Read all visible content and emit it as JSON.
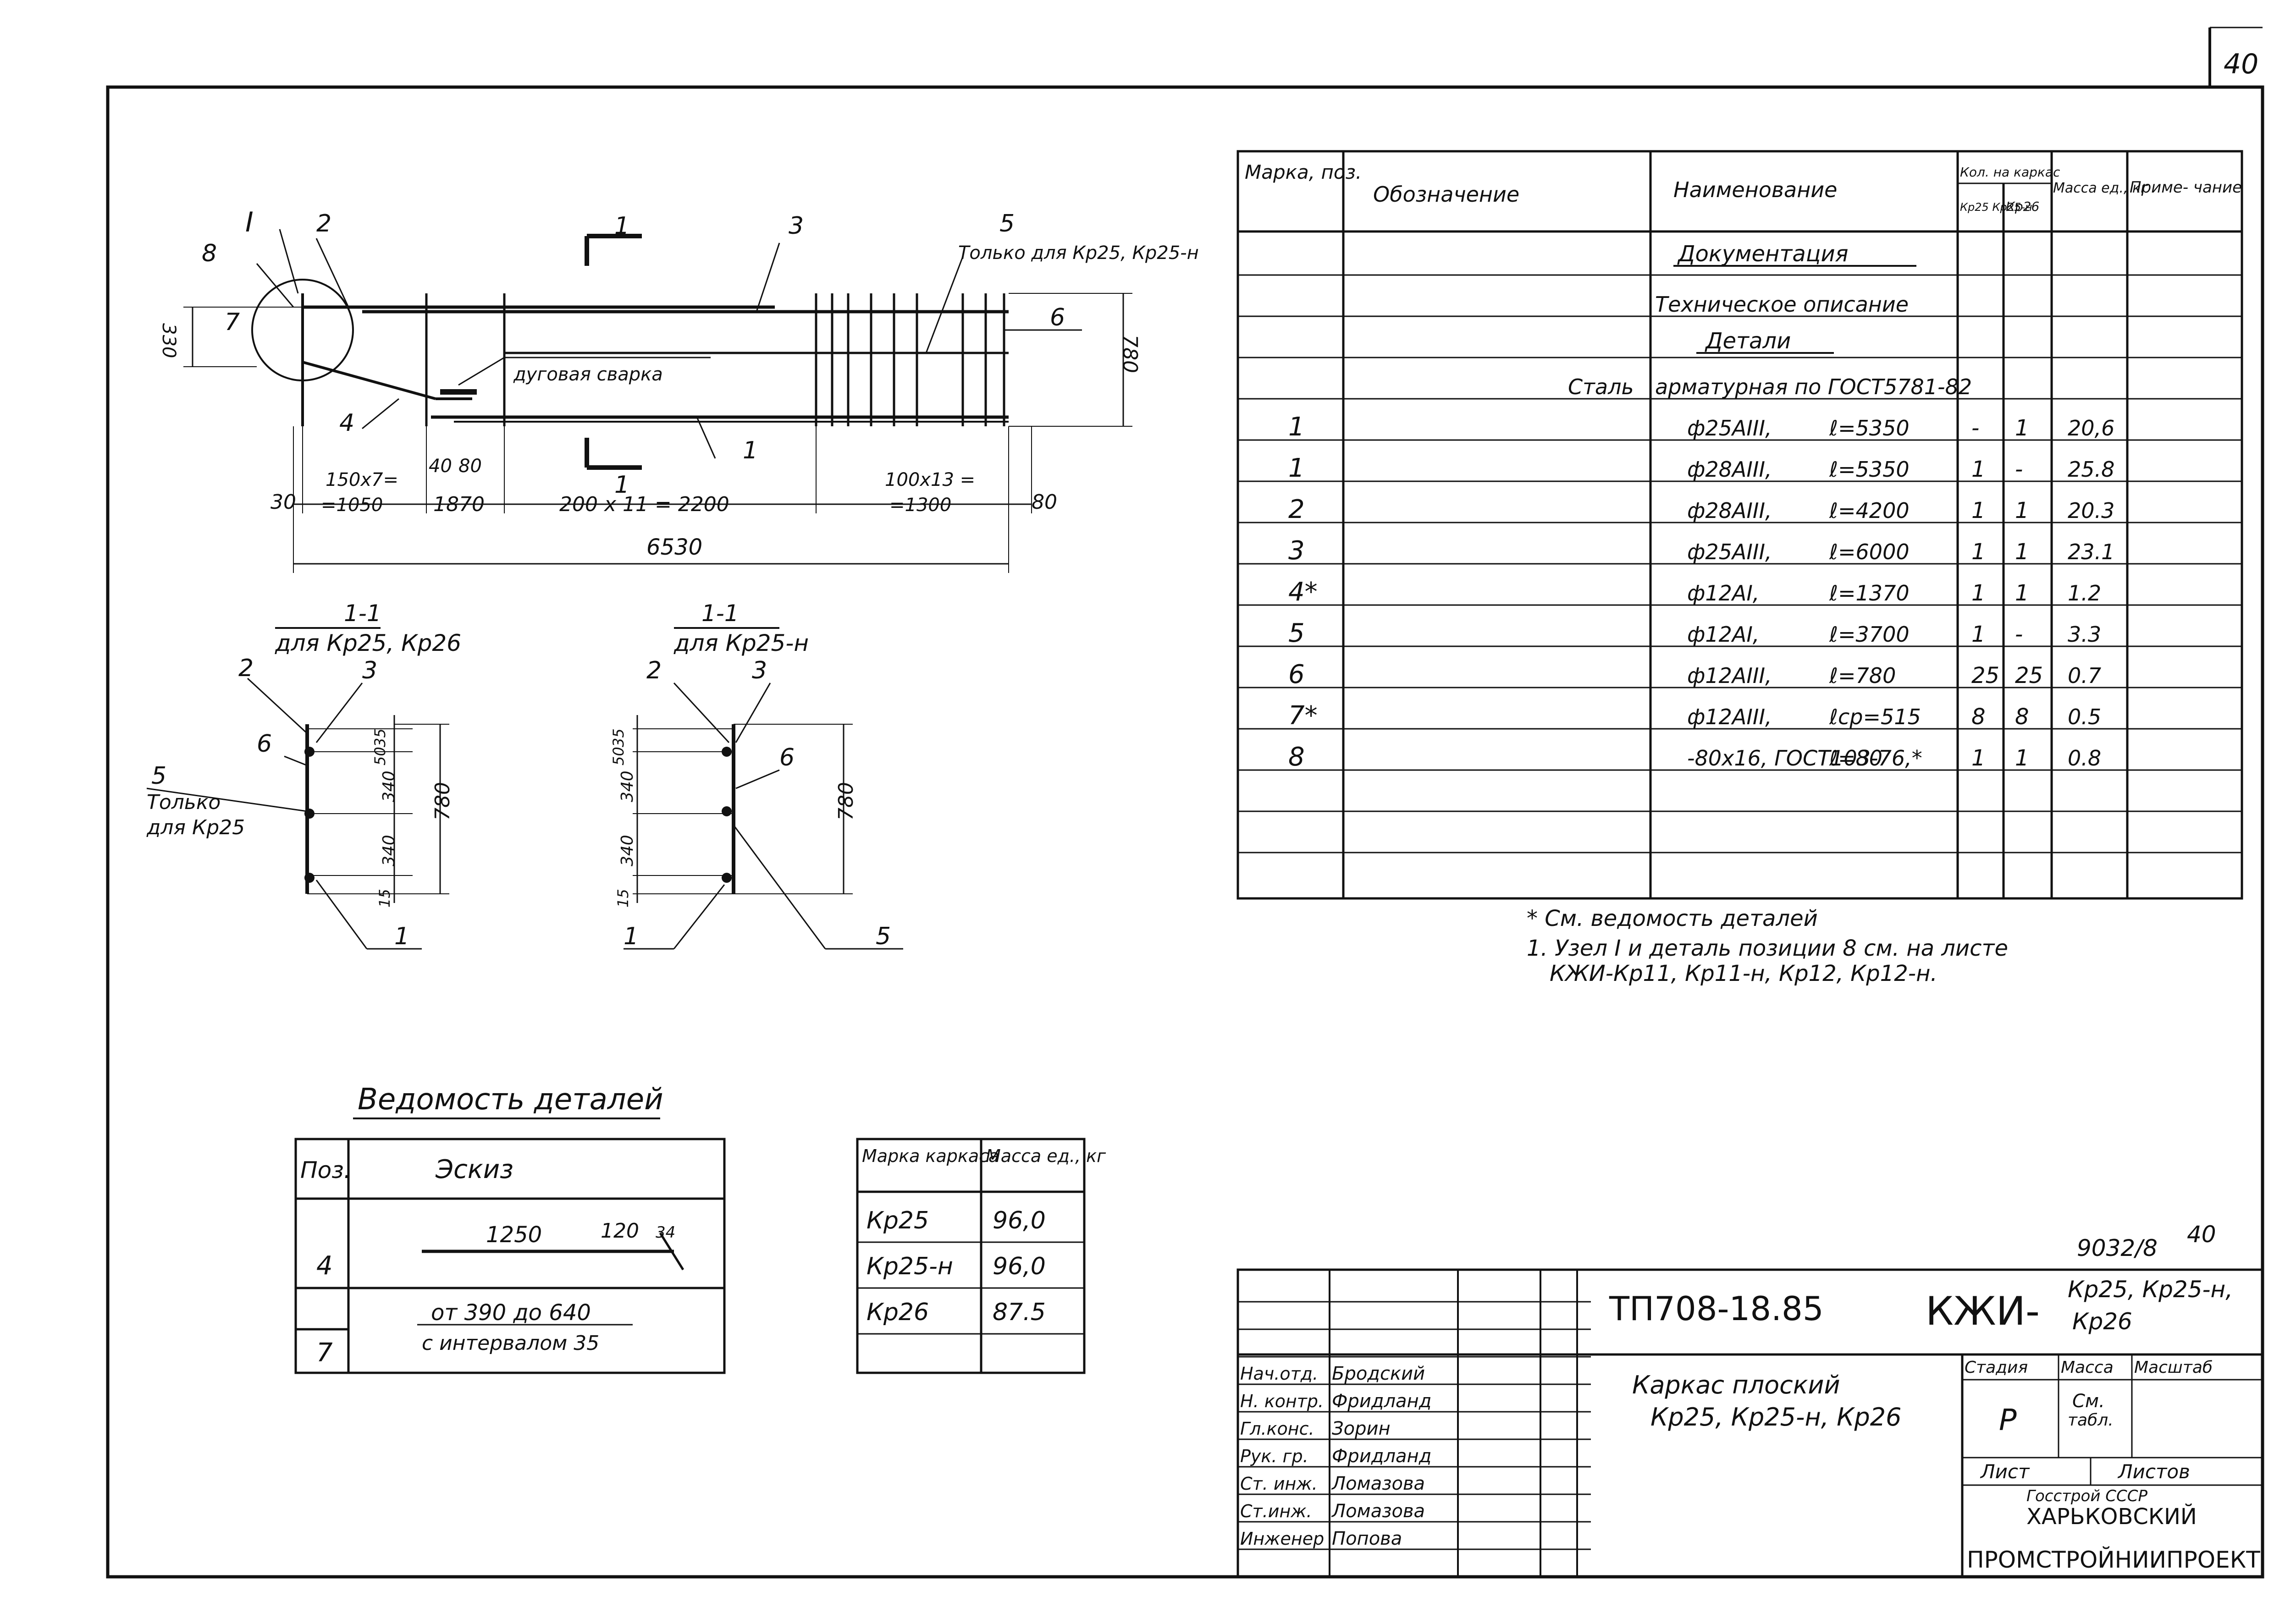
{
  "sheet_number_corner": "40",
  "spec_table": {
    "headers": {
      "mark": "Марка, поз.",
      "designation": "Обозначение",
      "name": "Наименование",
      "qty_group": "Кол. на каркас",
      "qty_a": "Кр25 Кр25-н",
      "qty_b": "Кр26",
      "mass": "Масса ед., кг",
      "note": "Приме- чание"
    },
    "section_doc": "Документация",
    "doc_item": "Техническое описание",
    "section_parts": "Детали",
    "steel_prefix": "Сталь",
    "steel_text": "арматурная по ГОСТ5781-82",
    "rows": [
      {
        "pos": "1",
        "bar": "ф25АIII,",
        "len": "ℓ=5350",
        "qa": "-",
        "qb": "1",
        "mass": "20,6"
      },
      {
        "pos": "1",
        "bar": "ф28АIII,",
        "len": "ℓ=5350",
        "qa": "1",
        "qb": "-",
        "mass": "25.8"
      },
      {
        "pos": "2",
        "bar": "ф28АIII,",
        "len": "ℓ=4200",
        "qa": "1",
        "qb": "1",
        "mass": "20.3"
      },
      {
        "pos": "3",
        "bar": "ф25АIII,",
        "len": "ℓ=6000",
        "qa": "1",
        "qb": "1",
        "mass": "23.1"
      },
      {
        "pos": "4*",
        "bar": "ф12АI,",
        "len": "ℓ=1370",
        "qa": "1",
        "qb": "1",
        "mass": "1.2"
      },
      {
        "pos": "5",
        "bar": "ф12АI,",
        "len": "ℓ=3700",
        "qa": "1",
        "qb": "-",
        "mass": "3.3"
      },
      {
        "pos": "6",
        "bar": "ф12АIII,",
        "len": "ℓ=780",
        "qa": "25",
        "qb": "25",
        "mass": "0.7"
      },
      {
        "pos": "7*",
        "bar": "ф12АIII,",
        "len": "ℓср=515",
        "qa": "8",
        "qb": "8",
        "mass": "0.5"
      },
      {
        "pos": "8",
        "bar": "-80x16, ГОСТ103-76,*",
        "len": "ℓ=80",
        "qa": "1",
        "qb": "1",
        "mass": "0.8"
      }
    ]
  },
  "notes": {
    "star": "* См. ведомость деталей",
    "n1_a": "1. Узел I и деталь позиции 8 см. на листе",
    "n1_b": "КЖИ-Кр11, Кр11-н, Кр12, Кр12-н."
  },
  "elevation": {
    "node_label": "I",
    "pos8": "8",
    "pos7": "7",
    "pos2": "2",
    "pos3": "3",
    "pos5": "5",
    "pos6": "6",
    "pos4": "4",
    "pos1": "1",
    "only_for": "Только для Кр25, Кр25-н",
    "arc_weld": "дуговая сварка",
    "section_mark_top": "1",
    "section_mark_bot": "1",
    "dim_330": "330",
    "dim_780": "780",
    "dim_30": "30",
    "dim_1050_a": "150x7=",
    "dim_1050_b": "=1050",
    "dim_40": "40",
    "dim_80a": "80",
    "dim_1870": "1870",
    "dim_2200": "200 x 11 = 2200",
    "dim_1300_a": "100x13 =",
    "dim_1300_b": "=1300",
    "dim_80b": "80",
    "dim_6530": "6530"
  },
  "section_a": {
    "title": "1-1",
    "subtitle": "для Кр25, Кр26",
    "p2": "2",
    "p3": "3",
    "p6": "6",
    "p5": "5",
    "p1": "1",
    "only_for_a": "Только",
    "only_for_b": "для Кр25",
    "d35": "35",
    "d50": "50",
    "d340a": "340",
    "d340b": "340",
    "d15": "15",
    "d780": "780"
  },
  "section_b": {
    "title": "1-1",
    "subtitle": "для Кр25-н",
    "p2": "2",
    "p3": "3",
    "p6": "6",
    "p5": "5",
    "p1": "1",
    "d35": "35",
    "d50": "50",
    "d340a": "340",
    "d340b": "340",
    "d15": "15",
    "d780": "780"
  },
  "details": {
    "title": "Ведомость деталей",
    "col_pos": "Поз.",
    "col_sketch": "Эскиз",
    "row4_pos": "4",
    "row4_d1": "1250",
    "row4_d2": "120",
    "row4_d3": "34",
    "row7_pos": "7",
    "row7_a": "от 390 до 640",
    "row7_b": "с интервалом 35"
  },
  "mass_table": {
    "col_mark": "Марка каркаса",
    "col_mass": "Масса ед., кг",
    "rows": [
      {
        "mark": "Кр25",
        "mass": "96,0"
      },
      {
        "mark": "Кр25-н",
        "mass": "96,0"
      },
      {
        "mark": "Кр26",
        "mass": "87.5"
      }
    ]
  },
  "title_block": {
    "doc_code": "9032/8",
    "sheet_top": "40",
    "project": "ТП708-18.85",
    "code_main": "КЖИ-",
    "code_a": "Кр25, Кр25-н,",
    "code_b": "Кр26",
    "obj_a": "Каркас плоский",
    "obj_b": "Кр25, Кр25-н, Кр26",
    "stage_h": "Стадия",
    "mass_h": "Масса",
    "scale_h": "Масштаб",
    "stage_v": "Р",
    "mass_v_a": "См.",
    "mass_v_b": "табл.",
    "sheet_h": "Лист",
    "sheets_h": "Листов",
    "org_a": "Госстрой СССР",
    "org_b": "ХАРЬКОВСКИЙ",
    "org_c": "ПРОМСТРОЙНИИПРОЕКТ",
    "people": [
      {
        "role": "Нач.отд.",
        "name": "Бродский"
      },
      {
        "role": "Н. контр.",
        "name": "Фридланд"
      },
      {
        "role": "Гл.конс.",
        "name": "Зорин"
      },
      {
        "role": "Рук. гр.",
        "name": "Фридланд"
      },
      {
        "role": "Ст. инж.",
        "name": "Ломазова"
      },
      {
        "role": "Ст.инж.",
        "name": "Ломазова"
      },
      {
        "role": "Инженер",
        "name": "Попова"
      }
    ]
  }
}
